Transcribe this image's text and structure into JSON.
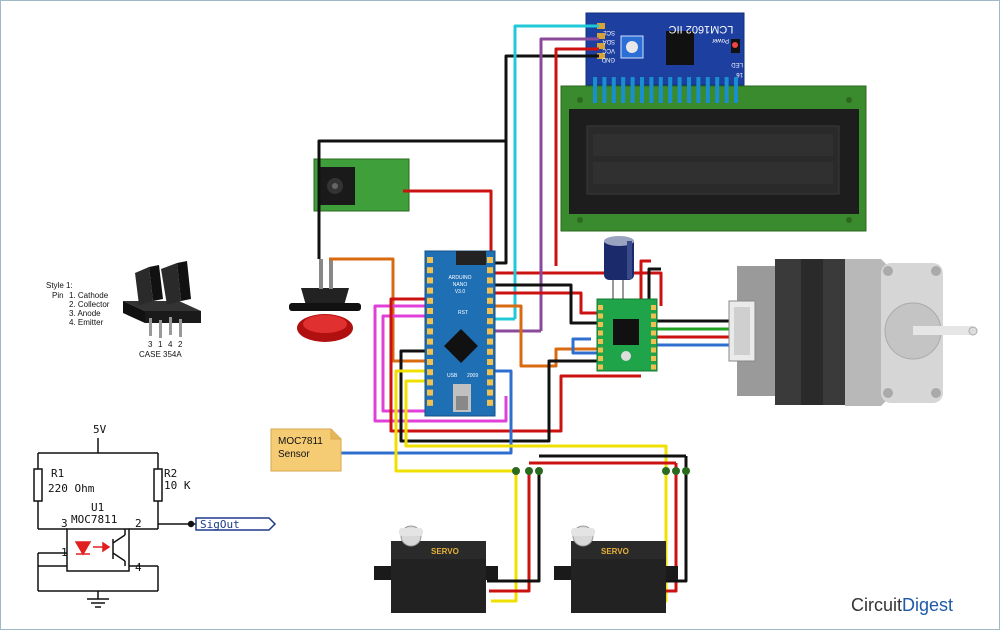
{
  "lcd_module": {
    "part": "LCM1602 IIC",
    "pins": [
      "SCL",
      "SDA",
      "VCC",
      "GND"
    ],
    "led_label": "LED",
    "power_label": "Power",
    "pin_number": "16"
  },
  "nano": {
    "brand": "ARDUINO",
    "model": "NANO",
    "version": "V3.0",
    "rst": "RST",
    "usb": "USB",
    "year": "2009"
  },
  "ic_case": {
    "style": "Style 1:",
    "pin_header": "Pin",
    "pins": [
      "1. Cathode",
      "2. Collector",
      "3. Anode",
      "4. Emitter"
    ],
    "case": "CASE 354A",
    "leg_numbers": [
      "3",
      "1",
      "4",
      "2"
    ]
  },
  "sensor_note": {
    "line1": "MOC7811",
    "line2": "Sensor"
  },
  "schematic": {
    "supply": "5V",
    "r1_ref": "R1",
    "r1_value": "220 Ohm",
    "r2_ref": "R2",
    "r2_value": "10 K",
    "ic_ref": "U1",
    "ic_part": "MOC7811",
    "pin1": "1",
    "pin2": "2",
    "pin3": "3",
    "pin4": "4",
    "signal": "SigOut"
  },
  "servo_label": "SERVO",
  "brand": {
    "name": "CircuitDigest",
    "part1": "Circuit",
    "part2": "Digest",
    "color": "#1e5aa8"
  },
  "colors": {
    "red": "#cc1111",
    "black": "#111111",
    "yellow": "#f0e000",
    "magenta": "#e040d8",
    "orange": "#d86a10",
    "blue": "#2e6fd0",
    "cyan": "#20c8d8",
    "purple": "#8a4a9a",
    "green": "#22a022",
    "pcb_blue": "#1f6fb5",
    "pcb_green": "#3f8f2f",
    "driver_green": "#1fa44a"
  }
}
